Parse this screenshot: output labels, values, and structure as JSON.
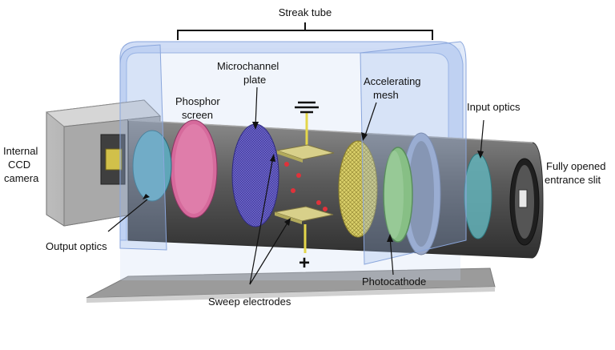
{
  "labels": {
    "streak_tube": "Streak tube",
    "internal_ccd": [
      "Internal",
      "CCD",
      "camera"
    ],
    "phosphor_screen": [
      "Phosphor",
      "screen"
    ],
    "microchannel_plate": [
      "Microchannel",
      "plate"
    ],
    "accelerating_mesh": [
      "Accelerating",
      "mesh"
    ],
    "input_optics": "Input optics",
    "entrance_slit": [
      "Fully opened",
      "entrance slit"
    ],
    "output_optics": "Output optics",
    "photocathode": "Photocathode",
    "sweep_electrodes": "Sweep electrodes",
    "minus_sign": "",
    "plus_sign": "+"
  },
  "colors": {
    "housing_blue": "#b8cdf0",
    "tube_dark": "#555555",
    "output_optics": "#5fa6b8",
    "phosphor": "#d66a9c",
    "mcp": "#6b63c9",
    "mesh": "#d9cf6a",
    "photocathode": "#7fc25a",
    "input_optics": "#63b3ba",
    "electrode": "#d8d08a",
    "electron_dots": "#e0323a",
    "floor": "#9a9a9a"
  }
}
